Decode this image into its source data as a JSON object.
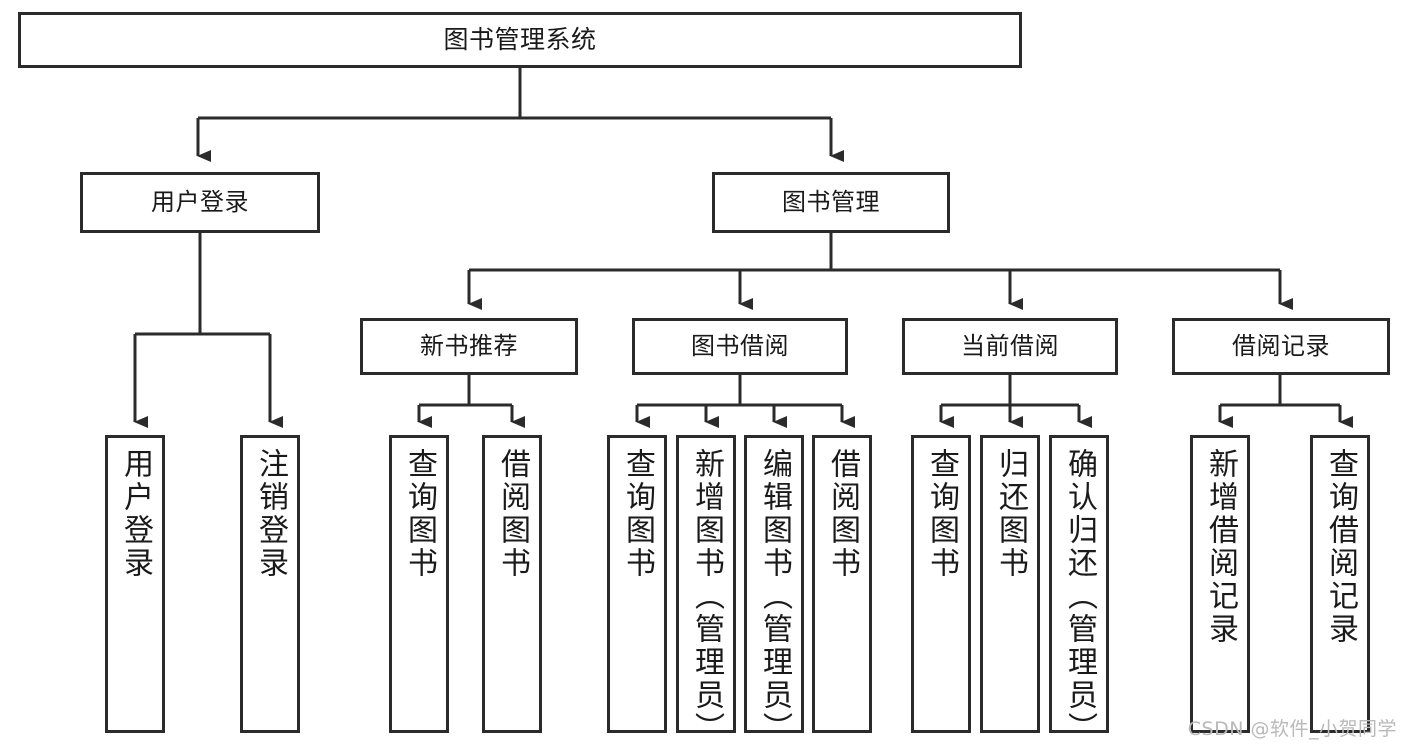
{
  "diagram": {
    "type": "tree-hierarchy",
    "title": "图书管理系统",
    "watermark": "CSDN @软件_小贺同学",
    "colors": {
      "box_border": "#2b2b2b",
      "box_fill": "#ffffff",
      "connector": "#2b2b2b",
      "text": "#1a1a1a",
      "watermark": "#b9b9b9"
    },
    "levels": {
      "root": {
        "label": "图书管理系统"
      },
      "level2": [
        {
          "label": "用户登录"
        },
        {
          "label": "图书管理"
        }
      ],
      "level3": [
        {
          "label": "新书推荐"
        },
        {
          "label": "图书借阅"
        },
        {
          "label": "当前借阅"
        },
        {
          "label": "借阅记录"
        }
      ],
      "leaves": {
        "user_login": [
          {
            "label": "用户登录"
          },
          {
            "label": "注销登录"
          }
        ],
        "new_book_recommend": [
          {
            "label": "查询图书"
          },
          {
            "label": "借阅图书"
          }
        ],
        "book_borrow": [
          {
            "label": "查询图书"
          },
          {
            "label": "新增图书（管理员）"
          },
          {
            "label": "编辑图书（管理员）"
          },
          {
            "label": "借阅图书"
          }
        ],
        "current_borrow": [
          {
            "label": "查询图书"
          },
          {
            "label": "归还图书"
          },
          {
            "label": "确认归还（管理员）"
          }
        ],
        "borrow_record": [
          {
            "label": "新增借阅记录"
          },
          {
            "label": "查询借阅记录"
          }
        ]
      }
    }
  }
}
